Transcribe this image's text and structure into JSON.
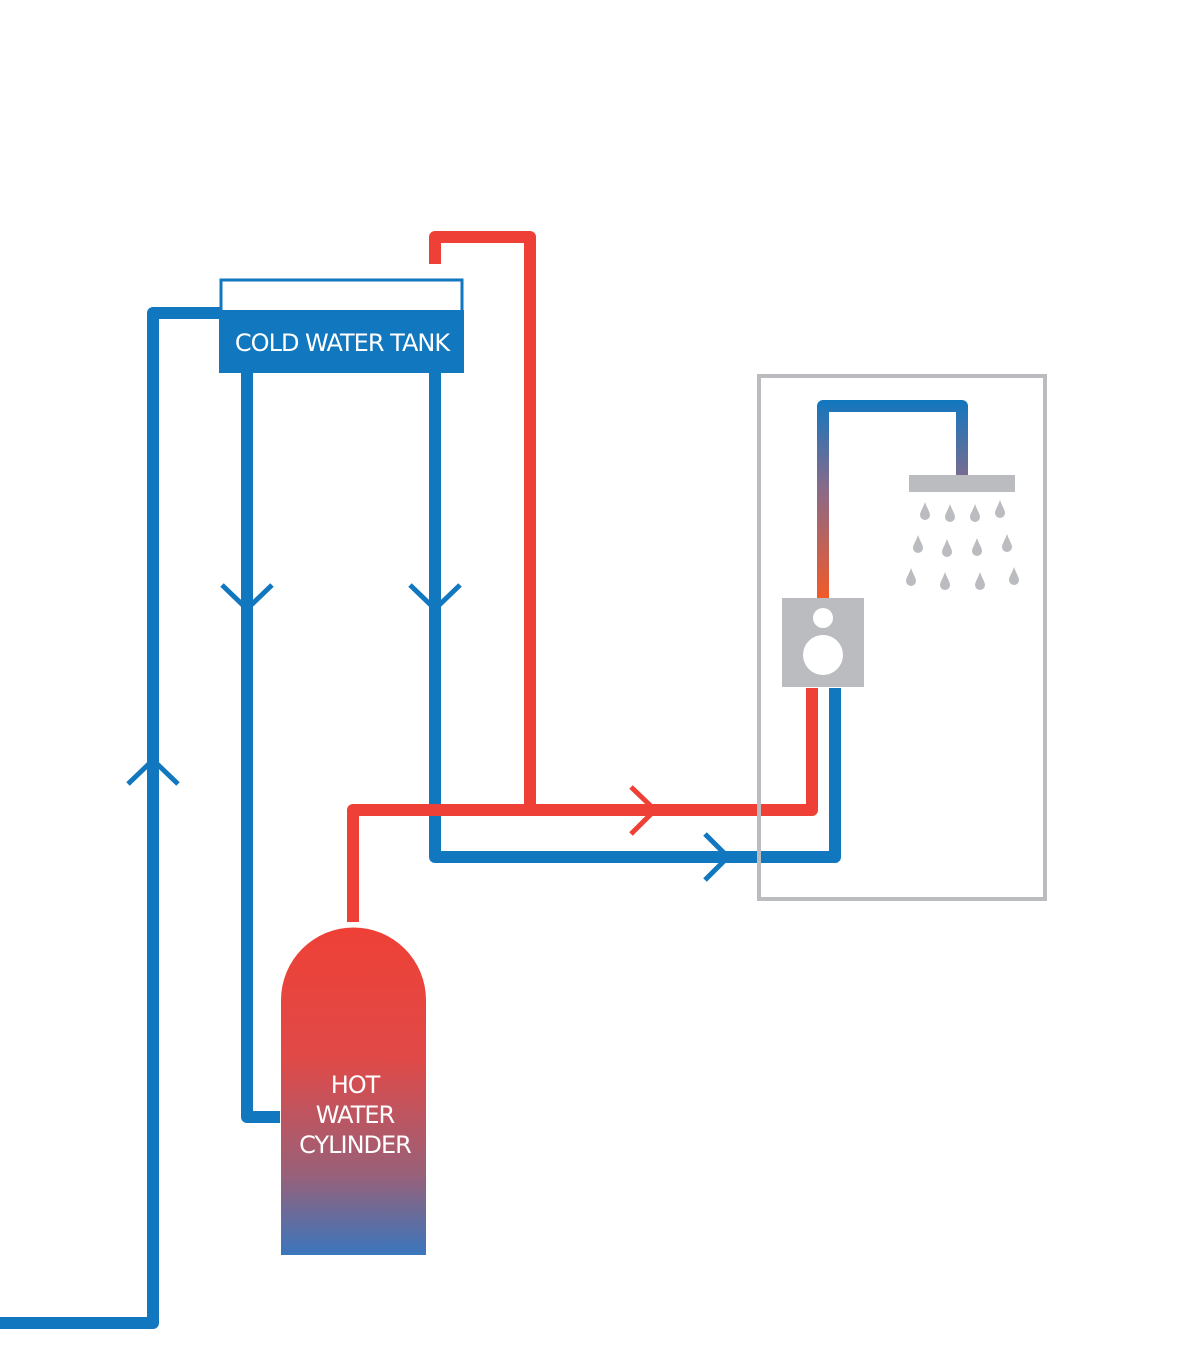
{
  "labels": {
    "cold_tank": "COLD WATER TANK",
    "cylinder": [
      "HOT",
      "WATER",
      "CYLINDER"
    ]
  },
  "colors": {
    "cold": "#1177bf",
    "hot": "#ee4036",
    "mixed": "#f15a29",
    "fixture": "#bbbcbf"
  },
  "icons": [
    "shower-head-icon",
    "shower-mixer-icon",
    "water-drop-icon",
    "flow-arrow-icon"
  ]
}
